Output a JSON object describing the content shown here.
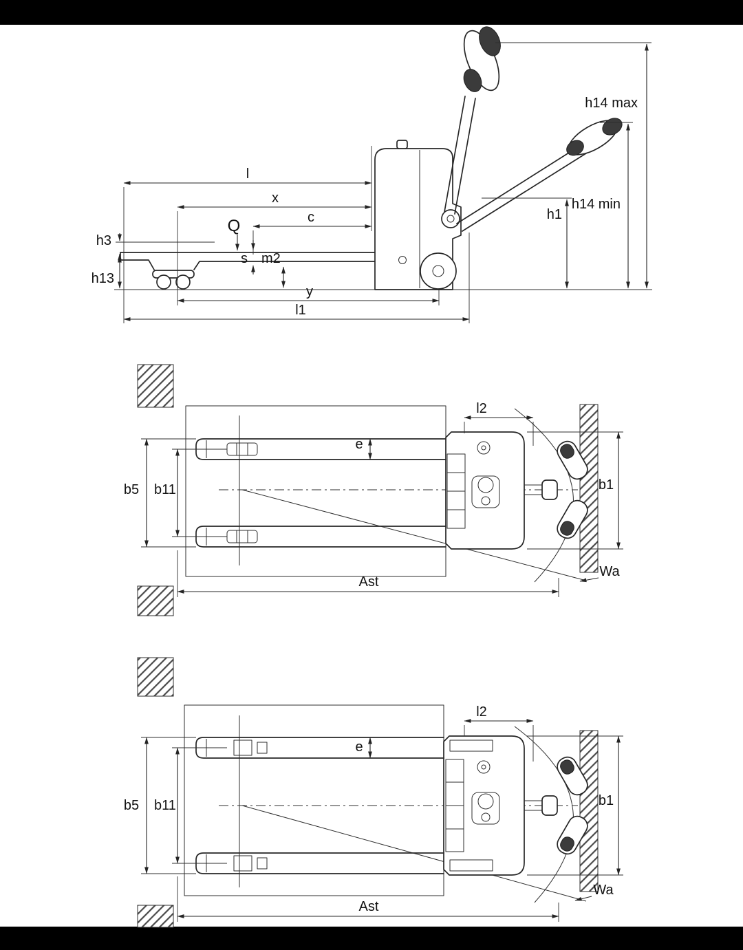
{
  "colors": {
    "line": "#262626",
    "background": "#ffffff",
    "bar": "#000000"
  },
  "side_view": {
    "labels": {
      "l": "l",
      "x": "x",
      "c": "c",
      "q": "Q",
      "s": "s",
      "m2": "m2",
      "h3": "h3",
      "h13": "h13",
      "y": "y",
      "l1": "l1",
      "h1": "h1",
      "h14_min": "h14 min",
      "h14_max": "h14 max"
    }
  },
  "plan_view_top": {
    "labels": {
      "l2": "l2",
      "e": "e",
      "b5": "b5",
      "b11": "b11",
      "b1": "b1",
      "wa": "Wa",
      "ast": "Ast"
    }
  },
  "plan_view_bottom": {
    "labels": {
      "l2": "l2",
      "e": "e",
      "b5": "b5",
      "b11": "b11",
      "b1": "b1",
      "wa": "Wa",
      "ast": "Ast"
    }
  }
}
